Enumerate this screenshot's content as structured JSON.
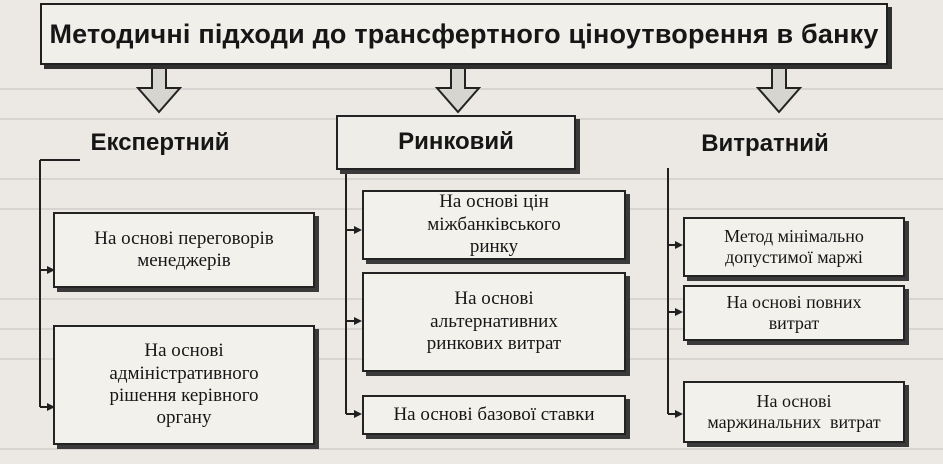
{
  "title": "Методичні підходи до трансфертного ціноутворення в банку",
  "columns": [
    {
      "heading": "Експертний",
      "items": [
        "На основі переговорів менеджерів",
        "На основі адміністративного рішення керівного органу"
      ]
    },
    {
      "heading": "Ринковий",
      "items": [
        "На основі цін міжбанківського ринку",
        "На основі альтернативних ринкових витрат",
        "На основі базової ставки"
      ]
    },
    {
      "heading": "Витратний",
      "items": [
        "Метод мінімально допустимої маржі",
        "На основі повних витрат",
        "На основі маржинальних  витрат"
      ]
    }
  ],
  "colors": {
    "paper": "#ece9e4",
    "ink": "#202020",
    "arrow_fill": "#d7d5d0"
  }
}
